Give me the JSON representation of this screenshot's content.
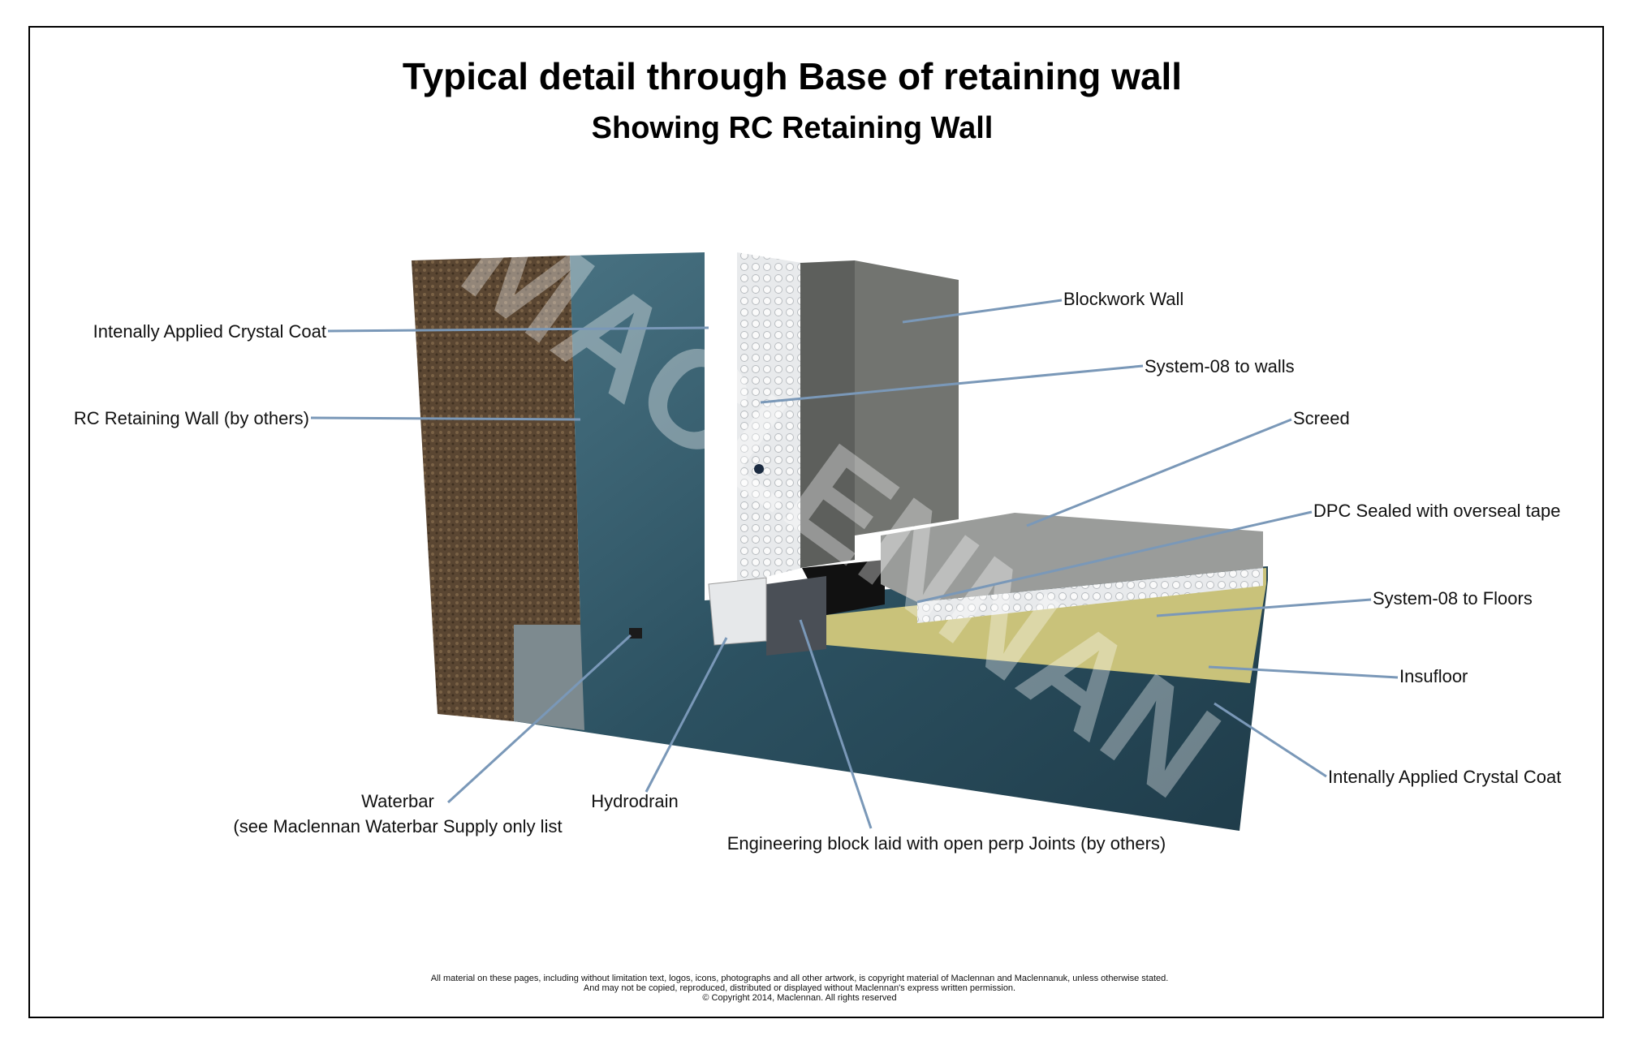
{
  "title": "Typical detail through Base of retaining wall",
  "subtitle": "Showing RC Retaining Wall",
  "watermark": "MACLENNAN",
  "labels": {
    "crystal_coat_wall": "Intenally Applied Crystal Coat",
    "rc_wall": "RC Retaining Wall (by others)",
    "blockwork": "Blockwork Wall",
    "system08_walls": "System-08 to walls",
    "screed": "Screed",
    "dpc": "DPC Sealed with overseal tape",
    "system08_floors": "System-08 to Floors",
    "insufloor": "Insufloor",
    "crystal_coat_floor": "Intenally Applied Crystal Coat",
    "waterbar_1": "Waterbar",
    "waterbar_2": "(see Maclennan Waterbar Supply only list",
    "hydrodrain": "Hydrodrain",
    "engineering_block": "Engineering block laid with open perp Joints (by others)"
  },
  "footer": {
    "line1": "All material on these pages, including without limitation text, logos, icons, photographs and all other artwork, is copyright material of Maclennan and Maclennanuk, unless otherwise stated.",
    "line2": "And may not be copied, reproduced, distributed or displayed without Maclennan's express written permission.",
    "line3": "© Copyright 2014, Maclennan.  All rights reserved"
  },
  "colors": {
    "concrete": "#2f5566",
    "soil": "#5a4632",
    "leader": "#7a98b8",
    "insulation": "#c9c27a"
  }
}
